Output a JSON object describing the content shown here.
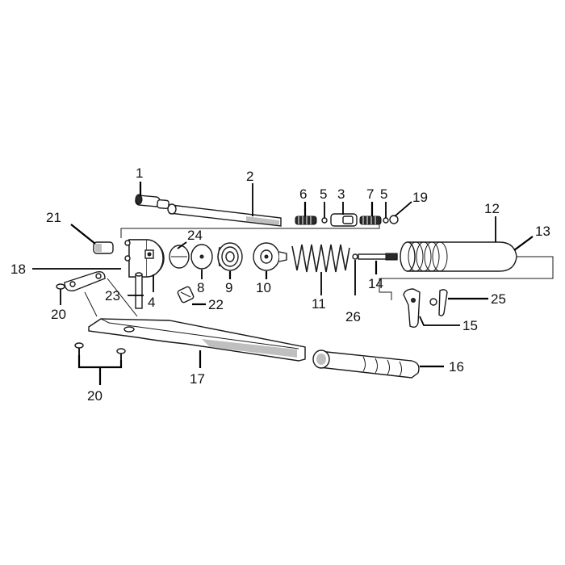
{
  "diagram": {
    "callouts": [
      "1",
      "2",
      "6",
      "5",
      "3",
      "7",
      "5",
      "19",
      "21",
      "24",
      "12",
      "13",
      "18",
      "4",
      "8",
      "9",
      "10",
      "11",
      "26",
      "14",
      "25",
      "15",
      "23",
      "22",
      "20",
      "20",
      "17",
      "16"
    ]
  }
}
